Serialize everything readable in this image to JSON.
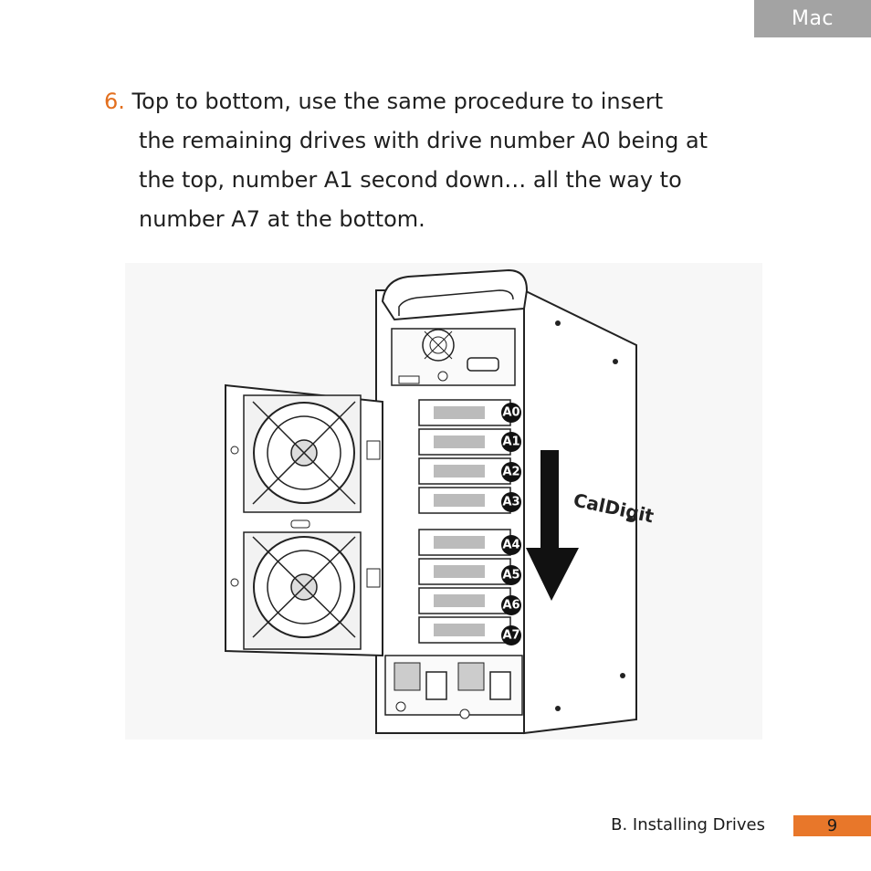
{
  "header": {
    "tab_label": "Mac"
  },
  "step": {
    "number": "6.",
    "lines": [
      "Top to bottom, use the same procedure to insert",
      "the remaining drives with drive number A0 being at",
      "the top, number A1 second down… all the way to",
      "number A7 at the bottom."
    ]
  },
  "figure": {
    "brand_logo": "CalDigit",
    "drive_labels": [
      "A0",
      "A1",
      "A2",
      "A3",
      "A4",
      "A5",
      "A6",
      "A7"
    ]
  },
  "footer": {
    "section_label": "B. Installing Drives",
    "page_number": "9",
    "accent_color": "#e8772a"
  }
}
